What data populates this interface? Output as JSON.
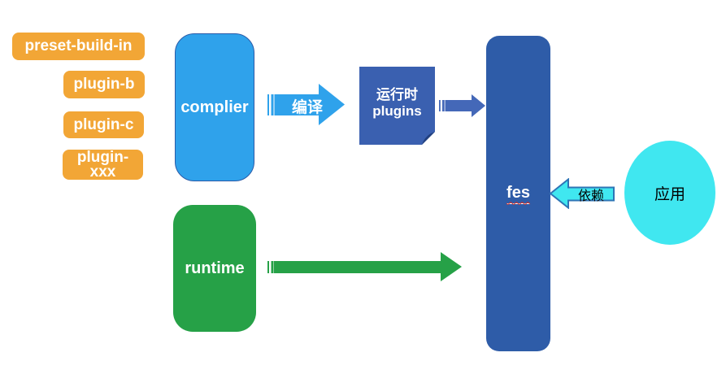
{
  "plugins": {
    "items": [
      {
        "label": "preset-build-in"
      },
      {
        "label": "plugin-b"
      },
      {
        "label": "plugin-c"
      },
      {
        "label": "plugin-xxx"
      }
    ]
  },
  "nodes": {
    "complier": {
      "label": "complier",
      "color": "#2FA2EB"
    },
    "runtime": {
      "label": "runtime",
      "color": "#26A147"
    },
    "runtime_plugins": {
      "line1": "运行时",
      "line2": "plugins",
      "color": "#3A60B0"
    },
    "fes": {
      "label": "fes",
      "color": "#2E5CA8"
    },
    "app": {
      "label": "应用",
      "color": "#40E7F0"
    }
  },
  "arrows": {
    "compile": {
      "label": "编译",
      "color": "#2FA2EB",
      "direction": "right",
      "from": "complier",
      "to": "runtime_plugins"
    },
    "plugins_to_fes": {
      "color": "#4468B8",
      "direction": "right",
      "from": "runtime_plugins",
      "to": "fes"
    },
    "runtime_to_fes": {
      "color": "#26A147",
      "direction": "right",
      "from": "runtime",
      "to": "fes"
    },
    "depends": {
      "label": "依赖",
      "color": "#40E7F0",
      "direction": "left",
      "from": "app",
      "to": "fes"
    }
  },
  "colors": {
    "plugin_orange": "#F2A636",
    "text_on_dark": "#FFFFFF",
    "text_on_cyan": "#000000",
    "spellcheck_red": "#E02B20",
    "background": "#FFFFFF"
  }
}
